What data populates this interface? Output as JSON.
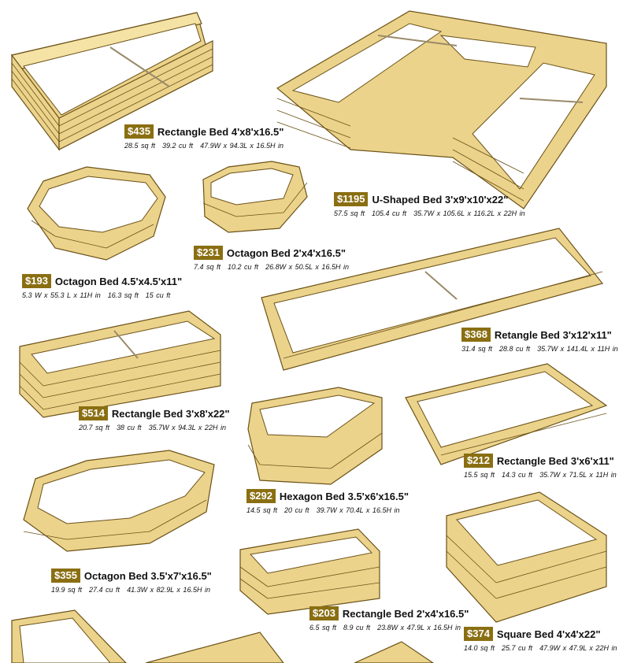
{
  "colors": {
    "wood_top": "#f5e3a6",
    "wood_side": "#ecd38c",
    "wood_line": "#6b5217",
    "price_bg": "#8a6f12"
  },
  "products": [
    {
      "price": "$435",
      "name": "Rectangle Bed 4'x8'x16.5\"",
      "specs": [
        "28.5 sq ft",
        "39.2 cu ft",
        "47.9W x 94.3L x 16.5H in"
      ]
    },
    {
      "price": "$1195",
      "name": "U-Shaped Bed 3'x9'x10'x22\"",
      "specs": [
        "57.5 sq ft",
        "105.4 cu ft",
        "35.7W x 105.6L x 116.2L x 22H in"
      ]
    },
    {
      "price": "$231",
      "name": "Octagon Bed 2'x4'x16.5\"",
      "specs": [
        "7.4 sq ft",
        "10.2 cu ft",
        "26.8W x 50.5L x 16.5H in"
      ]
    },
    {
      "price": "$193",
      "name": "Octagon Bed 4.5'x4.5'x11\"",
      "specs": [
        "5.3 W x 55.3 L x 11H in",
        "16.3 sq ft",
        "15 cu ft"
      ]
    },
    {
      "price": "$368",
      "name": "Retangle Bed 3'x12'x11\"",
      "specs": [
        "31.4 sq ft",
        "28.8 cu ft",
        "35.7W x 141.4L x 11H in"
      ]
    },
    {
      "price": "$514",
      "name": "Rectangle Bed 3'x8'x22\"",
      "specs": [
        "20.7 sq ft",
        "38 cu ft",
        "35.7W x 94.3L x 22H in"
      ]
    },
    {
      "price": "$212",
      "name": "Rectangle Bed 3'x6'x11\"",
      "specs": [
        "15.5 sq ft",
        "14.3 cu ft",
        "35.7W x 71.5L x 11H in"
      ]
    },
    {
      "price": "$292",
      "name": "Hexagon Bed 3.5'x6'x16.5\"",
      "specs": [
        "14.5 sq ft",
        "20 cu ft",
        "39.7W x 70.4L x 16.5H in"
      ]
    },
    {
      "price": "$355",
      "name": "Octagon Bed 3.5'x7'x16.5\"",
      "specs": [
        "19.9 sq ft",
        "27.4 cu ft",
        "41.3W x 82.9L x 16.5H in"
      ]
    },
    {
      "price": "$203",
      "name": "Rectangle Bed 2'x4'x16.5\"",
      "specs": [
        "6.5 sq ft",
        "8.9 cu ft",
        "23.8W x 47.9L x 16.5H in"
      ]
    },
    {
      "price": "$374",
      "name": "Square Bed 4'x4'x22\"",
      "specs": [
        "14.0 sq ft",
        "25.7 cu ft",
        "47.9W x 47.9L x 22H in"
      ]
    }
  ]
}
